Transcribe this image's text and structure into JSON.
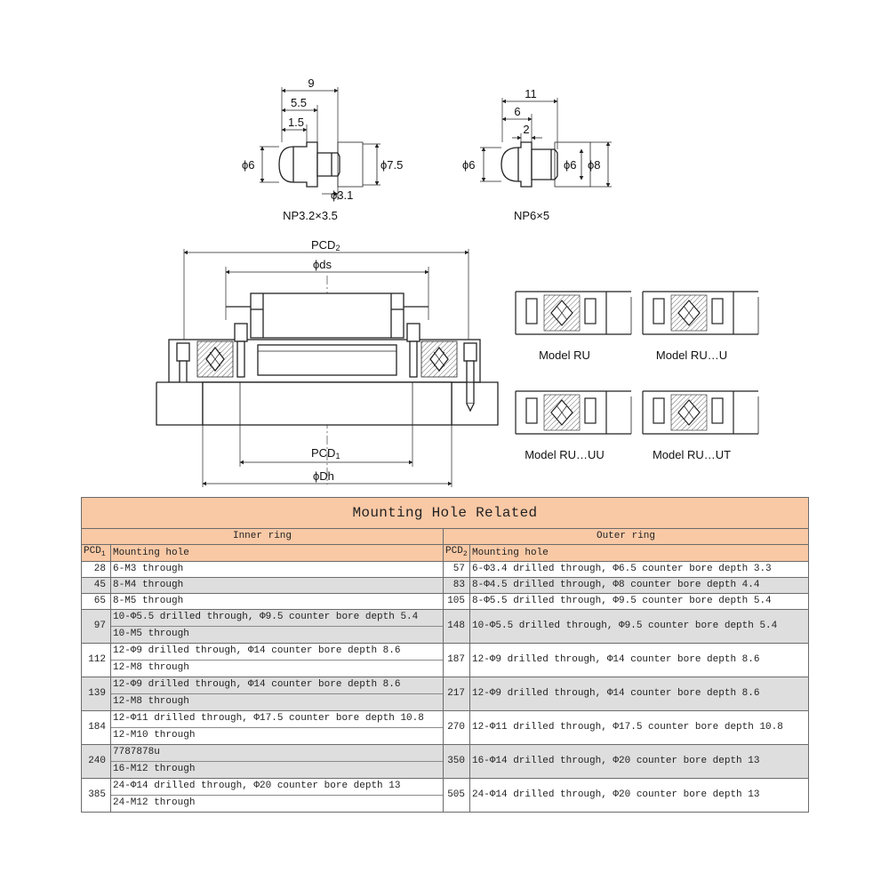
{
  "pins": {
    "np32": {
      "label": "NP3.2×3.5",
      "dims": {
        "total": "9",
        "head": "5.5",
        "shoulder": "1.5",
        "dia_head": "ϕ6",
        "dia_body": "ϕ7.5",
        "dia_pin": "ϕ3.1"
      }
    },
    "np6": {
      "label": "NP6×5",
      "dims": {
        "total": "11",
        "head": "6",
        "shoulder": "2",
        "dia_head": "ϕ6",
        "dia_pin": "ϕ6",
        "dia_body": "ϕ8"
      }
    }
  },
  "section": {
    "pcd2": "PCD",
    "pcd2_sub": "2",
    "ds": "ϕds",
    "pcd1": "PCD",
    "pcd1_sub": "1",
    "dh": "ϕDh"
  },
  "models": [
    "Model RU",
    "Model RU…U",
    "Model RU…UU",
    "Model RU…UT"
  ],
  "table": {
    "title": "Mounting Hole Related",
    "inner_header": "Inner ring",
    "outer_header": "Outer ring",
    "pcd1_label": "PCD",
    "pcd1_sub": "1",
    "pcd2_label": "PCD",
    "pcd2_sub": "2",
    "mounting_hole_label": "Mounting hole",
    "rows": [
      {
        "pcd1": "28",
        "inner": [
          "6-M3 through"
        ],
        "pcd2": "57",
        "outer": "6-Φ3.4 drilled through, Φ6.5 counter bore depth 3.3"
      },
      {
        "pcd1": "45",
        "inner": [
          "8-M4 through"
        ],
        "pcd2": "83",
        "outer": "8-Φ4.5 drilled through, Φ8 counter bore depth 4.4"
      },
      {
        "pcd1": "65",
        "inner": [
          "8-M5 through"
        ],
        "pcd2": "105",
        "outer": "8-Φ5.5 drilled through, Φ9.5 counter bore depth 5.4"
      },
      {
        "pcd1": "97",
        "inner": [
          "10-Φ5.5 drilled through, Φ9.5 counter bore depth 5.4",
          "10-M5 through"
        ],
        "pcd2": "148",
        "outer": "10-Φ5.5 drilled through, Φ9.5 counter bore depth 5.4"
      },
      {
        "pcd1": "112",
        "inner": [
          "12-Φ9 drilled through, Φ14 counter bore depth 8.6",
          "12-M8 through"
        ],
        "pcd2": "187",
        "outer": "12-Φ9 drilled through, Φ14 counter bore depth 8.6"
      },
      {
        "pcd1": "139",
        "inner": [
          "12-Φ9 drilled through, Φ14 counter bore depth 8.6",
          "12-M8 through"
        ],
        "pcd2": "217",
        "outer": "12-Φ9 drilled through, Φ14 counter bore depth 8.6"
      },
      {
        "pcd1": "184",
        "inner": [
          "12-Φ11 drilled through, Φ17.5 counter bore depth 10.8",
          "12-M10 through"
        ],
        "pcd2": "270",
        "outer": "12-Φ11 drilled through, Φ17.5 counter bore depth 10.8"
      },
      {
        "pcd1": "240",
        "inner": [
          "7787878u",
          "16-M12 through"
        ],
        "pcd2": "350",
        "outer": "16-Φ14 drilled through, Φ20 counter bore depth 13"
      },
      {
        "pcd1": "385",
        "inner": [
          "24-Φ14 drilled through,  Φ20 counter bore depth 13",
          "24-M12 through"
        ],
        "pcd2": "505",
        "outer": "24-Φ14 drilled through, Φ20 counter bore depth 13"
      }
    ]
  }
}
